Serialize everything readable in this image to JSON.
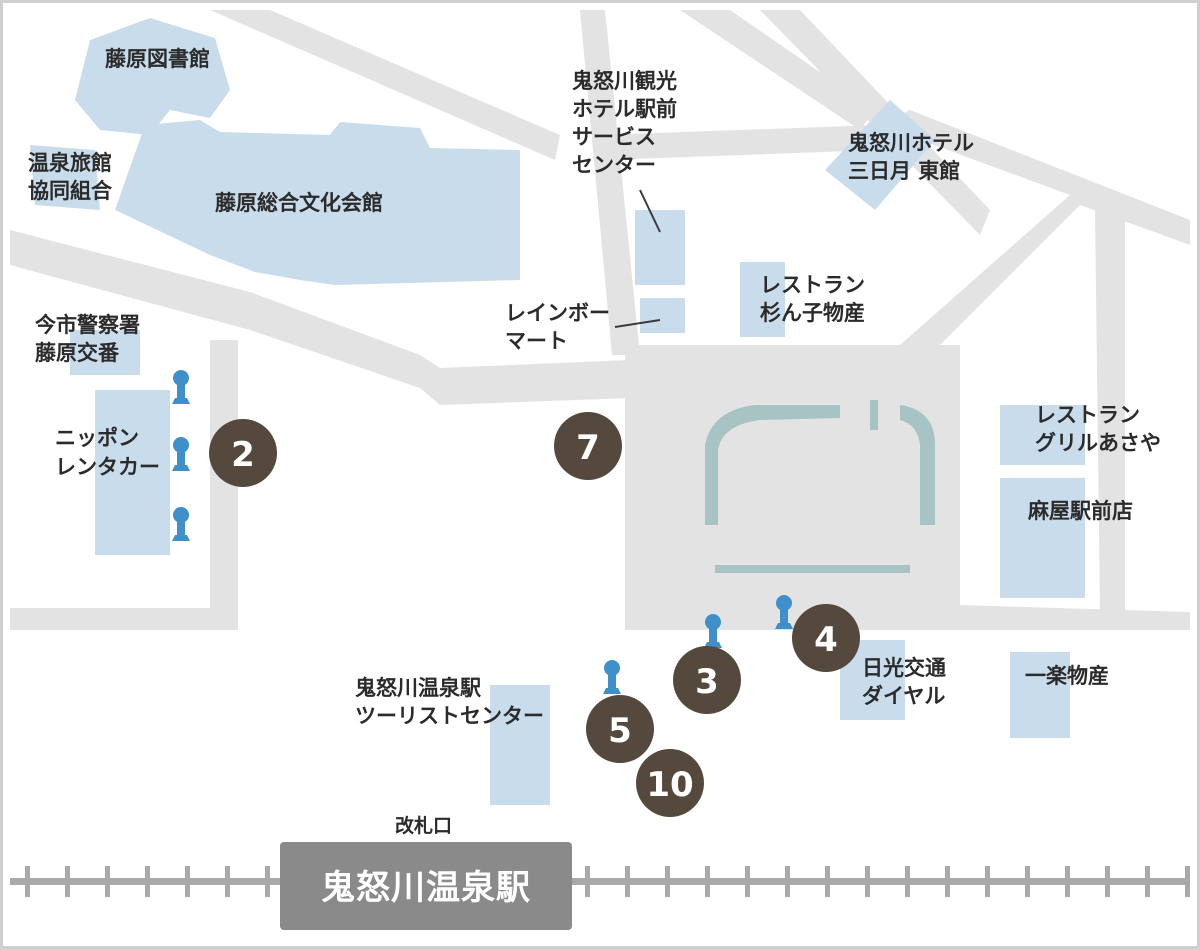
{
  "colors": {
    "road": "#e3e3e3",
    "building": "#c9dcec",
    "plaza_feature": "#a7c3c4",
    "marker": "#55483c",
    "bus_stop": "#3f8fca",
    "rail": "#a9a9a9",
    "station": "#8a8a8a",
    "frame": "#cfcfcf"
  },
  "labels": {
    "fujiwara_library": "藤原図書館",
    "onsen_ryokan": [
      "温泉旅館",
      "協同組合"
    ],
    "fujiwara_culture_hall": "藤原総合文化会館",
    "kinugawa_kanko_hotel": [
      "鬼怒川観光",
      "ホテル駅前",
      "サービス",
      "センター"
    ],
    "kinugawa_hotel_mikazuki": [
      "鬼怒川ホテル",
      "三日月 東館"
    ],
    "restaurant_sugi": [
      "レストラン",
      "杉ん子物産"
    ],
    "rainbow_mart": [
      "レインボー",
      "マート"
    ],
    "police_box": [
      "今市警察署",
      "藤原交番"
    ],
    "nippon_rentacar": [
      "ニッポン",
      "レンタカー"
    ],
    "restaurant_grill": [
      "レストラン",
      "グリルあさや"
    ],
    "asaya_ekimae": "麻屋駅前店",
    "nikko_kotsu": [
      "日光交通",
      "ダイヤル"
    ],
    "ichiraku_bussan": "一楽物産",
    "tourist_center": [
      "鬼怒川温泉駅",
      "ツーリストセンター"
    ],
    "ticket_gate": "改札口",
    "station_name": "鬼怒川温泉駅"
  },
  "markers": [
    "2",
    "7",
    "4",
    "3",
    "5",
    "10"
  ],
  "icons": [
    "bus-stop-icon"
  ]
}
